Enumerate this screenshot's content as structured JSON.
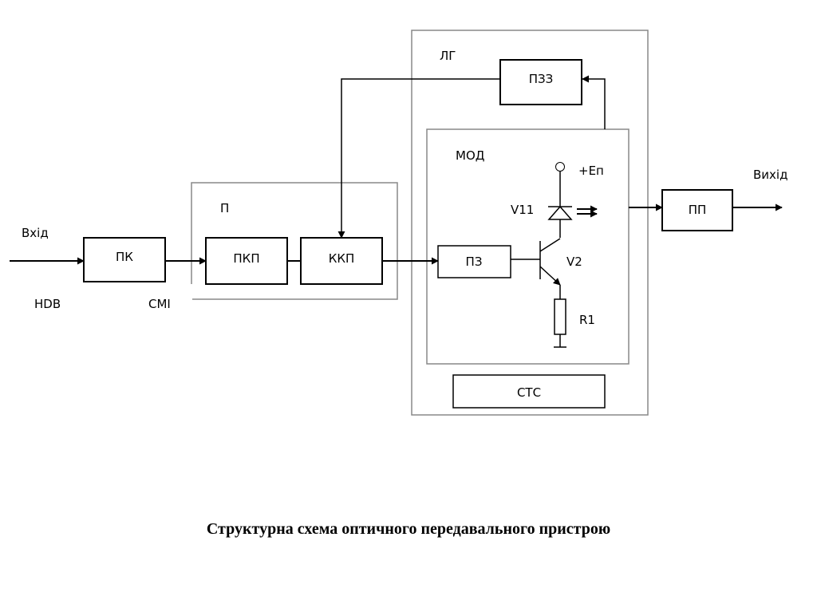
{
  "diagram": {
    "input_label": "Вхід",
    "output_label": "Вихід",
    "input_code": "HDB",
    "intermediate_code": "CMI",
    "groups": {
      "p": "П",
      "lg": "ЛГ",
      "mod": "МОД"
    },
    "blocks": {
      "pk": "ПК",
      "pkp": "ПКП",
      "kkp": "ККП",
      "pzz": "ПЗЗ",
      "pz": "ПЗ",
      "pp": "ПП",
      "stc": "СТС"
    },
    "components": {
      "supply": "+Еп",
      "diode": "V11",
      "transistor": "V2",
      "resistor": "R1"
    },
    "caption": "Структурна схема оптичного передавального пристрою"
  }
}
